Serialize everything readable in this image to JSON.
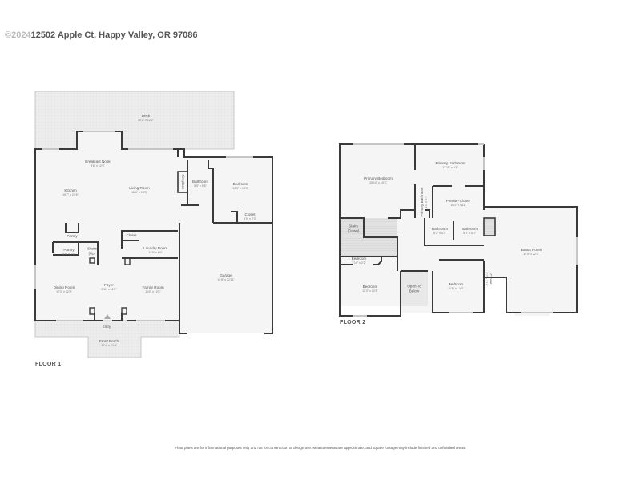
{
  "header": {
    "watermark": "©2024",
    "address": "12502 Apple Ct, Happy Valley, OR 97086"
  },
  "floor1": {
    "label": "FLOOR 1",
    "rooms": [
      {
        "name": "Deck",
        "dims": "40'2\" x 12'2\""
      },
      {
        "name": "Breakfast Nook",
        "dims": "8'6\" x 12'6\""
      },
      {
        "name": "Kitchen",
        "dims": "15'7\" x 23'6\""
      },
      {
        "name": "Living Room",
        "dims": "16'5\" x 14'3\""
      },
      {
        "name": "Fireplace",
        "dims": ""
      },
      {
        "name": "Bathroom",
        "dims": "5'0\" x 9'6\""
      },
      {
        "name": "Bedroom",
        "dims": "13'3\" x 13'3\""
      },
      {
        "name": "Closet",
        "dims": "6'0\" x 2'3\""
      },
      {
        "name": "Pantry",
        "dims": ""
      },
      {
        "name": "Pantry",
        "dims": "5'6\" x 2'6\""
      },
      {
        "name": "Stairs (Up)",
        "dims": ""
      },
      {
        "name": "Closet",
        "dims": ""
      },
      {
        "name": "Laundry Room",
        "dims": "11'9\" x 6'0\""
      },
      {
        "name": "Garage",
        "dims": "19'8\" x 22'11\""
      },
      {
        "name": "Dining Room",
        "dims": "12'3\" x 12'5\""
      },
      {
        "name": "Foyer",
        "dims": "5'11\" x 11'5\""
      },
      {
        "name": "Family Room",
        "dims": "11'6\" x 12'5\""
      },
      {
        "name": "Entry",
        "dims": ""
      },
      {
        "name": "Front Porch",
        "dims": "30'4\" x 6'10\""
      }
    ]
  },
  "floor2": {
    "label": "FLOOR 2",
    "rooms": [
      {
        "name": "Primary Bedroom",
        "dims": "15'10\" x 15'3\""
      },
      {
        "name": "Primary Bathroom",
        "dims": "12'11\" x 9'1\""
      },
      {
        "name": "Primary Bathroom",
        "dims": "3'1\" x 6'7\""
      },
      {
        "name": "Primary Closet",
        "dims": "10'1\" x 5'11\""
      },
      {
        "name": "Stairs (Down)",
        "dims": ""
      },
      {
        "name": "Bathroom",
        "dims": "6'3\" x 5'3\""
      },
      {
        "name": "Bathroom",
        "dims": "5'6\" x 5'3\""
      },
      {
        "name": "Bonus Room",
        "dims": "19'9\" x 22'3\""
      },
      {
        "name": "Bedroom",
        "dims": "7'10\" x 2'2\""
      },
      {
        "name": "Bedroom",
        "dims": "12'2\" x 12'8\""
      },
      {
        "name": "Open To Below",
        "dims": ""
      },
      {
        "name": "Bedroom",
        "dims": "11'6\" x 14'5\""
      },
      {
        "name": "Closet",
        "dims": "2'2\" x 3'11\""
      }
    ]
  },
  "footer": {
    "disclaimer": "Floor plans are for informational purposes only and not for construction or design use. Measurements are approximate, and square footage may include finished and unfinished areas."
  },
  "colors": {
    "wall": "#3a3a3a",
    "floor": "#f4f4f4",
    "deck_fill": "#ececec",
    "window": "#cfcfcf"
  }
}
